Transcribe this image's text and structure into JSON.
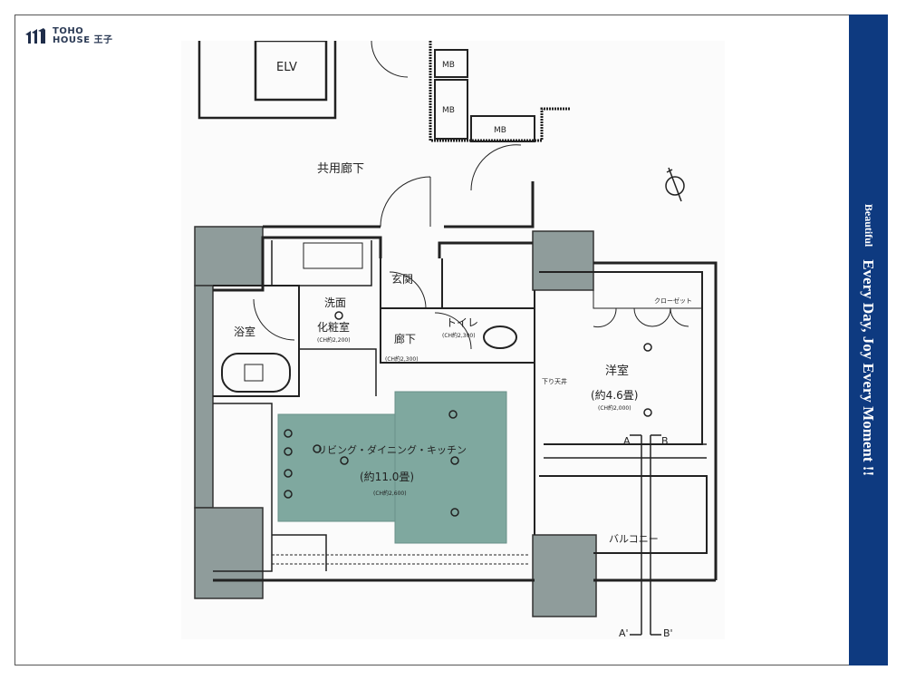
{
  "logo": {
    "line1": "TOHO",
    "line2": "HOUSE 王子"
  },
  "banner": {
    "small": "Beautiful",
    "text": "Every Day, Joy Every Moment !!"
  },
  "colors": {
    "banner": "#0e3a80",
    "ldk_floor": "#7fa89f",
    "structure": "#8f9c9b"
  },
  "floorplan": {
    "elv": "ELV",
    "mb": [
      "MB",
      "MB",
      "MB"
    ],
    "corridor_common": "共用廊下",
    "washroom": "洗面",
    "washroom2": "化粧室",
    "washroom_ch": "(CH約2,200)",
    "bathroom": "浴室",
    "entrance": "玄関",
    "hallway": "廊下",
    "hallway_ch": "(CH約2,300)",
    "toilet": "トイレ",
    "toilet_ch": "(CH約2,300)",
    "western_room": "洋室",
    "western_room_size": "(約4.6畳)",
    "western_room_ch": "(CH約2,000)",
    "closet": "クローゼット",
    "dropped_ceiling": "下り天井",
    "ldk": "リビング・ダイニング・キッチン",
    "ldk_size": "(約11.0畳)",
    "ldk_ch": "(CH約2,600)",
    "balcony": "バルコニー",
    "section_a": "A",
    "section_b": "B",
    "section_a2": "A'",
    "section_b2": "B'",
    "compass": "north-arrow-icon"
  }
}
